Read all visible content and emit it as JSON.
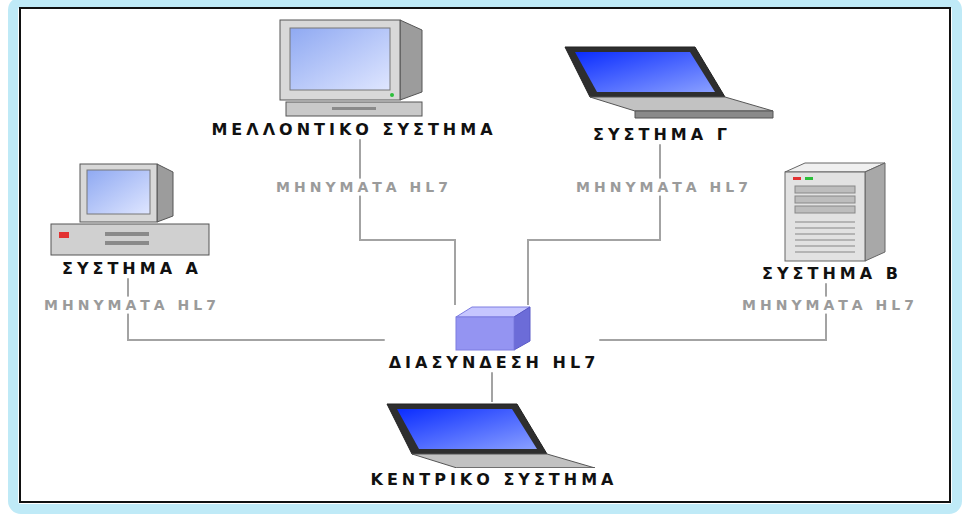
{
  "diagram": {
    "nodes": [
      {
        "text": [
          "ΜΕΛΛΟΝΤΙΚΟ ΣΥΣΤΗΜΑ"
        ]
      },
      {
        "text": [
          "ΣΥΣΤΗΜΑ Γ"
        ]
      },
      {
        "text": [
          "ΣΥΣΤΗΜΑ Α"
        ]
      },
      {
        "text": [
          "ΣΥΣΤΗΜΑ Β"
        ]
      },
      {
        "text": [
          "ΔΙΑΣΥΝΔΕΣΗ HL7"
        ]
      },
      {
        "text": [
          "ΚΕΝΤΡΙΚΟ ΣΥΣΤΗΜΑ"
        ]
      }
    ],
    "edges": [
      {
        "from": 0,
        "to": 4,
        "label": "ΜΗΝΥΜΑΤΑ HL7",
        "arrow": "none"
      },
      {
        "from": 1,
        "to": 4,
        "label": "ΜΗΝΥΜΑΤΑ HL7",
        "arrow": "none"
      },
      {
        "from": 2,
        "to": 4,
        "label": "ΜΗΝΥΜΑΤΑ HL7",
        "arrow": "none"
      },
      {
        "from": 3,
        "to": 4,
        "label": "ΜΗΝΥΜΑΤΑ HL7",
        "arrow": "none"
      },
      {
        "from": 5,
        "to": 4,
        "arrow": "none"
      }
    ]
  }
}
